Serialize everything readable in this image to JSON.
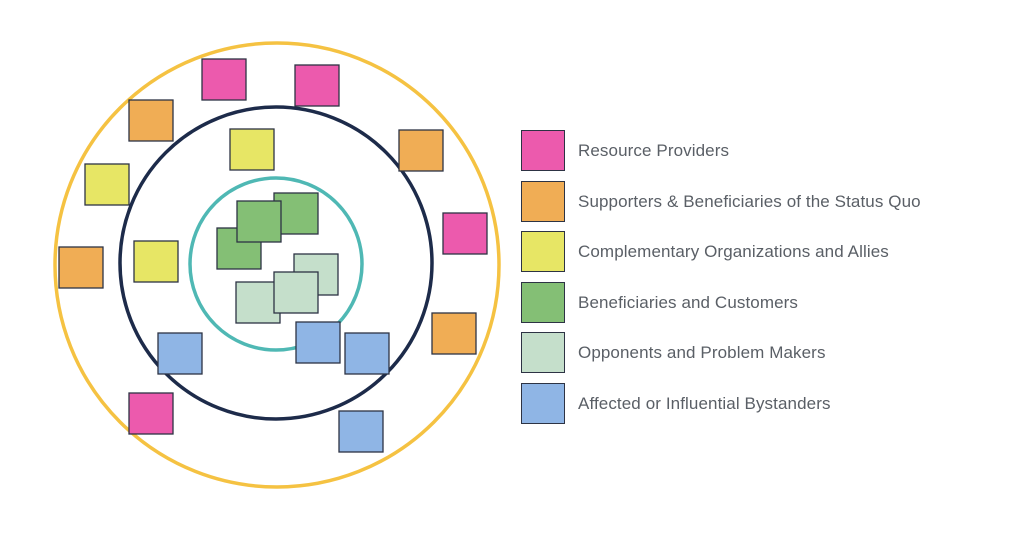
{
  "colors": {
    "resource_providers": "#ec5aad",
    "supporters": "#f0ad55",
    "complementary": "#e7e665",
    "beneficiaries": "#84bf75",
    "opponents": "#c5dfcb",
    "bystanders": "#8fb5e5",
    "outer_ring": "#f5c242",
    "middle_ring": "#1d2b4a",
    "inner_ring": "#4fb8b4"
  },
  "legend": [
    {
      "label": "Resource Providers",
      "color": "#ec5aad"
    },
    {
      "label": "Supporters & Beneficiaries of the Status Quo",
      "color": "#f0ad55"
    },
    {
      "label": "Complementary Organizations and Allies",
      "color": "#e7e665"
    },
    {
      "label": "Beneficiaries and Customers",
      "color": "#84bf75"
    },
    {
      "label": "Opponents and Problem Makers",
      "color": "#c5dfcb"
    },
    {
      "label": "Affected or Influential Bystanders",
      "color": "#8fb5e5"
    }
  ],
  "stickies": [
    {
      "category": "resource_providers"
    },
    {
      "category": "resource_providers"
    },
    {
      "category": "resource_providers"
    },
    {
      "category": "resource_providers"
    },
    {
      "category": "supporters"
    },
    {
      "category": "supporters"
    },
    {
      "category": "supporters"
    },
    {
      "category": "supporters"
    },
    {
      "category": "complementary"
    },
    {
      "category": "complementary"
    },
    {
      "category": "complementary"
    },
    {
      "category": "beneficiaries"
    },
    {
      "category": "beneficiaries"
    },
    {
      "category": "beneficiaries"
    },
    {
      "category": "opponents"
    },
    {
      "category": "opponents"
    },
    {
      "category": "opponents"
    },
    {
      "category": "bystanders"
    },
    {
      "category": "bystanders"
    },
    {
      "category": "bystanders"
    },
    {
      "category": "bystanders"
    }
  ]
}
